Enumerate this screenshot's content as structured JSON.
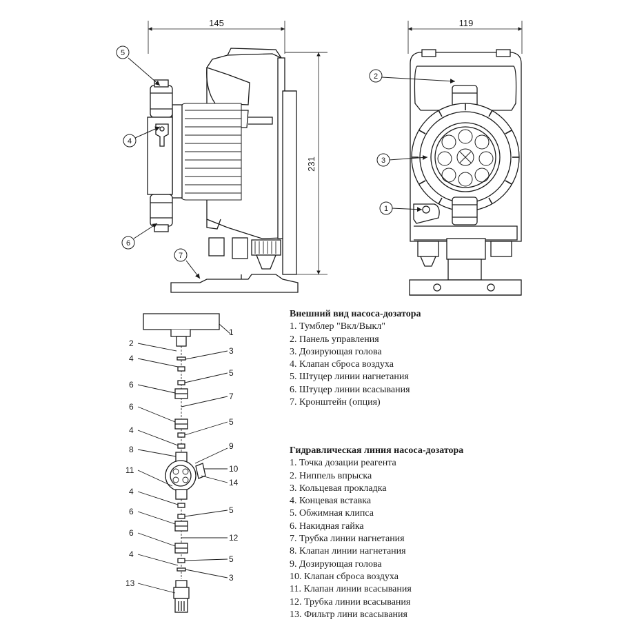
{
  "dimensions": {
    "width": "145",
    "depth": "119",
    "height": "231"
  },
  "external_view": {
    "title": "Внешний вид насоса-дозатора",
    "items": [
      "1. Тумблер \"Вкл/Выкл\"",
      "2. Панель управления",
      "3. Дозирующая голова",
      "4. Клапан сброса воздуха",
      "5. Штуцер линии нагнетания",
      "6. Штуцер линии всасывания",
      "7. Кронштейн (опция)"
    ],
    "callouts": [
      "1",
      "2",
      "3",
      "4",
      "5",
      "6",
      "7"
    ]
  },
  "hydraulic_line": {
    "title": "Гидравлическая линия насоса-дозатора",
    "items": [
      "1. Точка дозации реагента",
      "2. Ниппель впрыска",
      "3. Кольцевая прокладка",
      "4. Концевая вставка",
      "5. Обжимная клипса",
      "6. Накидная гайка",
      "7. Трубка линии нагнетания",
      "8. Клапан линии нагнетания",
      "9. Дозирующая голова",
      "10. Клапан сброса воздуха",
      "11. Клапан линии всасывания",
      "12. Трубка линии всасывания",
      "13. Фильтр лини всасывания"
    ],
    "left_labels": [
      "2",
      "4",
      "6",
      "6",
      "4",
      "8",
      "11",
      "4",
      "6",
      "6",
      "4",
      "13"
    ],
    "right_labels": [
      "1",
      "3",
      "5",
      "7",
      "5",
      "9",
      "10",
      "14",
      "5",
      "12",
      "5",
      "3"
    ]
  }
}
